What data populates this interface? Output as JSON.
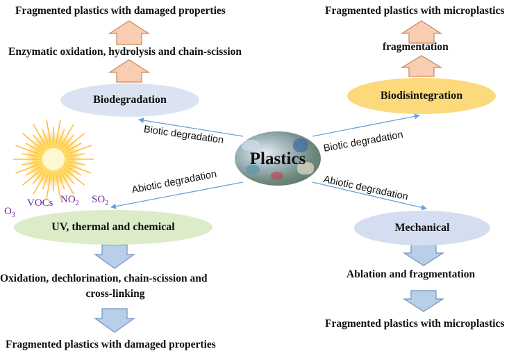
{
  "center": {
    "label": "Plastics"
  },
  "top_left": {
    "node": "Biodegradation",
    "step": "Enzymatic oxidation, hydrolysis and chain-scission",
    "result": "Fragmented plastics with damaged properties"
  },
  "top_right": {
    "node": "Biodisintegration",
    "step": "fragmentation",
    "result": "Fragmented plastics with microplastics"
  },
  "bottom_left": {
    "node": "UV, thermal and chemical",
    "step_line1": "Oxidation, dechlorination, chain-scission and",
    "step_line2": "cross-linking",
    "result": "Fragmented plastics with damaged properties"
  },
  "bottom_right": {
    "node": "Mechanical",
    "step": "Ablation and fragmentation",
    "result": "Fragmented plastics with microplastics"
  },
  "edges": {
    "biotic_left": "Biotic degradation",
    "biotic_right": "Biotic degradation",
    "abiotic_left": "Abiotic degradation",
    "abiotic_right": "Abiotic degradation"
  },
  "gases": {
    "o3": {
      "base": "O",
      "sub": "3"
    },
    "vocs": {
      "base": "VOCs",
      "sub": ""
    },
    "no2": {
      "base": "NO",
      "sub": "2"
    },
    "so2": {
      "base": "SO",
      "sub": "2"
    }
  },
  "colors": {
    "biodegradation": "#dbe3f3",
    "biodisintegration": "#fcd97a",
    "uv_thermal_chemical": "#dcecc9",
    "mechanical": "#d5def0",
    "up_arrow_fill": "#f8cdb2",
    "up_arrow_stroke": "#c9865e",
    "down_arrow_fill": "#b9cfe9",
    "down_arrow_stroke": "#6d91be",
    "connector": "#6aa0d8",
    "gas_text": "#6b2a9c",
    "sun": "#ffc93a"
  },
  "icons": [
    "sun-icon",
    "plastics-waste-image"
  ]
}
